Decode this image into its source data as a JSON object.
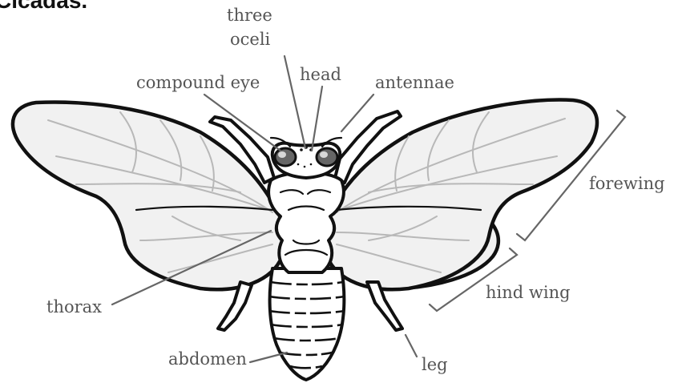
{
  "header": {
    "partial_title": "Cicadas."
  },
  "labels": {
    "three_oceli_line1": "three",
    "three_oceli_line2": "oceli",
    "head": "head",
    "compound_eye": "compound eye",
    "antennae": "antennae",
    "forewing": "forewing",
    "hind_wing": "hind wing",
    "thorax": "thorax",
    "abdomen": "abdomen",
    "leg": "leg"
  }
}
